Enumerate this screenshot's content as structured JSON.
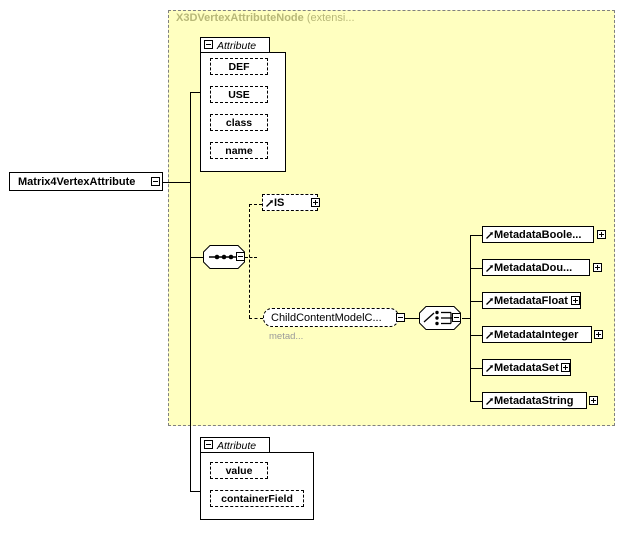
{
  "diagram": {
    "type": "xsd-schema-diagram",
    "root_element": {
      "label": "Matrix4VertexAttribute",
      "toggle": "minus"
    },
    "group_panel": {
      "title": "X3DVertexAttributeNode",
      "subtitle": "(extensi...",
      "fill_color": "#ffffc0",
      "border_color": "#808080"
    },
    "attribute_group_top": {
      "header": "Attribute",
      "toggle": "minus",
      "items": [
        {
          "label": "DEF"
        },
        {
          "label": "USE"
        },
        {
          "label": "class"
        },
        {
          "label": "name"
        }
      ]
    },
    "sequence_compositor": {
      "kind": "sequence",
      "toggle": "minus"
    },
    "is_element": {
      "label": "IS",
      "toggle": "plus",
      "optional": true
    },
    "child_content_model": {
      "label": "ChildContentModelC...",
      "toggle": "minus",
      "note": "metad...",
      "optional": true
    },
    "choice_compositor": {
      "kind": "choice",
      "toggle": "minus"
    },
    "metadata_nodes": [
      {
        "label": "MetadataBoole...",
        "toggle": "plus",
        "width": 112
      },
      {
        "label": "MetadataDou...",
        "toggle": "plus",
        "width": 108
      },
      {
        "label": "MetadataFloat",
        "toggle": "plus",
        "width": 99
      },
      {
        "label": "MetadataInteger",
        "toggle": "plus",
        "width": 110
      },
      {
        "label": "MetadataSet",
        "toggle": "plus",
        "width": 89
      },
      {
        "label": "MetadataString",
        "toggle": "plus",
        "width": 105
      }
    ],
    "attribute_group_bottom": {
      "header": "Attribute",
      "toggle": "minus",
      "items": [
        {
          "label": "value"
        },
        {
          "label": "containerField"
        }
      ]
    }
  }
}
